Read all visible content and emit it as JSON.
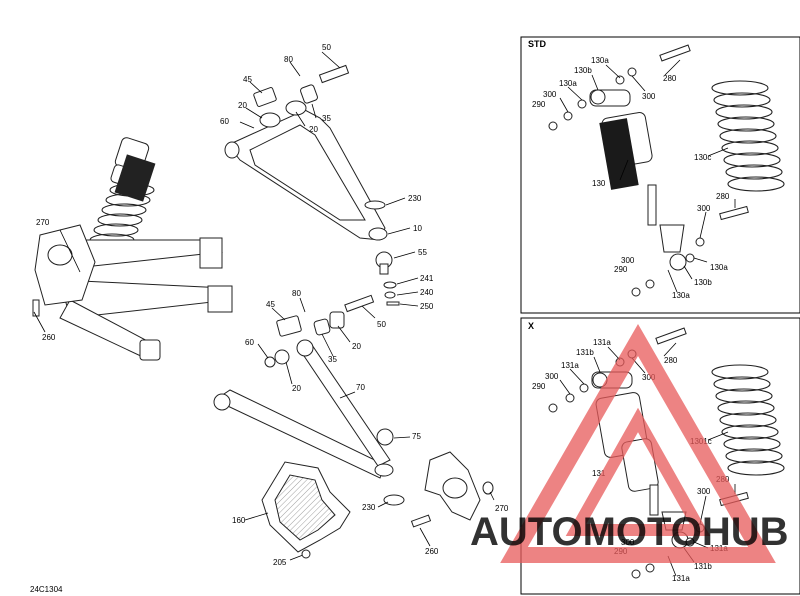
{
  "figure_code": "24C1304",
  "panels": {
    "std": {
      "title": "STD"
    },
    "x": {
      "title": "X"
    }
  },
  "callouts": {
    "c50a": "50",
    "c80a": "80",
    "c45a": "45",
    "c20a": "20",
    "c20b": "20",
    "c60a": "60",
    "c35a": "35",
    "c230a": "230",
    "c10": "10",
    "c55": "55",
    "c241": "241",
    "c240": "240",
    "c250": "250",
    "c270a": "270",
    "c260a": "260",
    "c45b": "45",
    "c80b": "80",
    "c50b": "50",
    "c20c": "20",
    "c60b": "60",
    "c35b": "35",
    "c20d": "20",
    "c70": "70",
    "c75": "75",
    "c230b": "230",
    "c160": "160",
    "c205": "205",
    "c270b": "270",
    "c260b": "260"
  },
  "std_callouts": {
    "s130a_1": "130a",
    "s130b_1": "130b",
    "s130a_2": "130a",
    "s300_1": "300",
    "s300_2": "300",
    "s290_1": "290",
    "s280_1": "280",
    "s130c": "130c",
    "s130": "130",
    "s280_2": "280",
    "s300_3": "300",
    "s300_4": "300",
    "s290_2": "290",
    "s130a_3": "130a",
    "s130b_2": "130b",
    "s130a_4": "130a"
  },
  "x_callouts": {
    "x131a_1": "131a",
    "x131b_1": "131b",
    "x131a_2": "131a",
    "x300_1": "300",
    "x300_2": "300",
    "x290_1": "290",
    "x280_1": "280",
    "x1301c": "1301c",
    "x131": "131",
    "x280_2": "280",
    "x300_3": "300",
    "x131a_3": "131a",
    "x300_4": "300",
    "x290_2": "290",
    "x131b_2": "131b",
    "x131a_4": "131a"
  },
  "watermark": {
    "brand": "AUTOMOTOHUB",
    "color": "#e85a5a",
    "color2": "#f0b550"
  }
}
